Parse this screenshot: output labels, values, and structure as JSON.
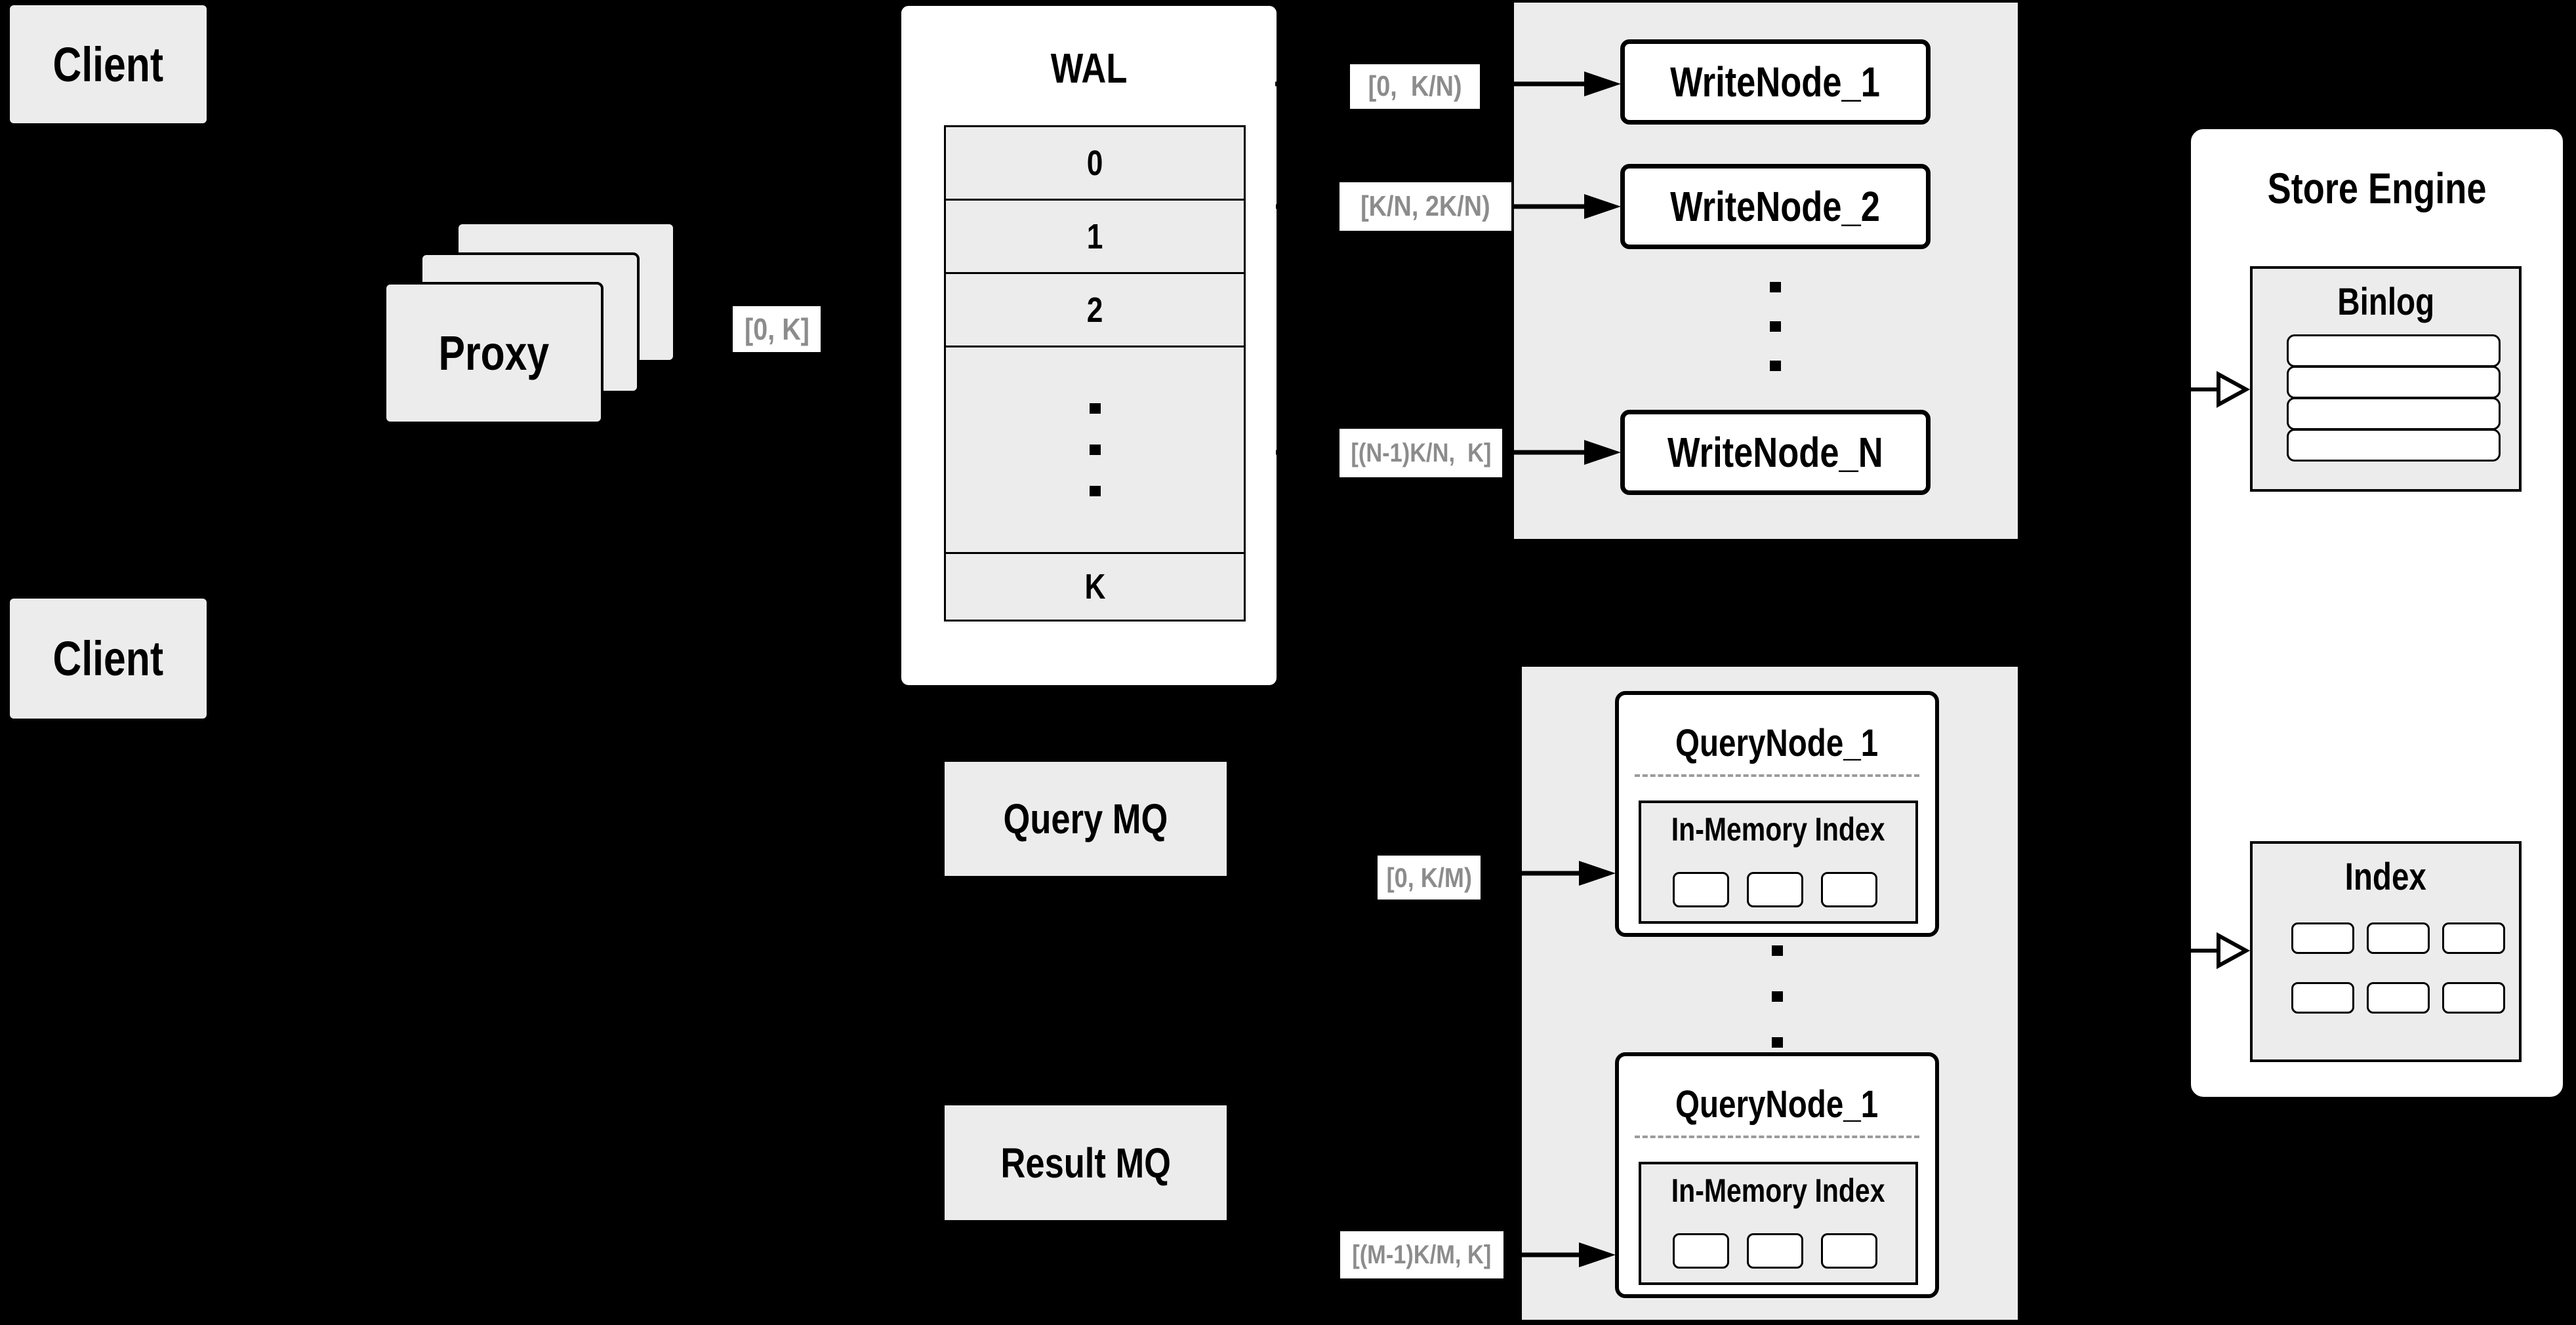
{
  "colors": {
    "background": "#000000",
    "panel_gray": "#ececec",
    "border_black": "#000000",
    "range_label_text": "#8c8c8c",
    "dashed_separator": "#9b9b9b"
  },
  "clients": {
    "top_label": "Client",
    "bottom_label": "Client"
  },
  "proxy": {
    "label": "Proxy"
  },
  "wal": {
    "title": "WAL",
    "rows": [
      "0",
      "1",
      "2",
      "K"
    ]
  },
  "range_labels": {
    "proxy_to_wal": "[0, K]",
    "wal_to_write_1": "[0,  K/N)",
    "wal_to_write_2": "[K/N, 2K/N)",
    "wal_to_write_n": "[(N-1)K/N,  K]",
    "query_mq_to_node_1": "[0, K/M)",
    "result_mq_to_node_2": "[(M-1)K/M, K]"
  },
  "write_nodes": {
    "items": [
      "WriteNode_1",
      "WriteNode_2",
      "WriteNode_N"
    ]
  },
  "query_nodes": {
    "items": [
      {
        "title": "QueryNode_1",
        "inner_title": "In-Memory Index"
      },
      {
        "title": "QueryNode_1",
        "inner_title": "In-Memory Index"
      }
    ]
  },
  "mq": {
    "query_label": "Query MQ",
    "result_label": "Result MQ"
  },
  "store_engine": {
    "title": "Store Engine",
    "binlog_title": "Binlog",
    "index_title": "Index"
  }
}
